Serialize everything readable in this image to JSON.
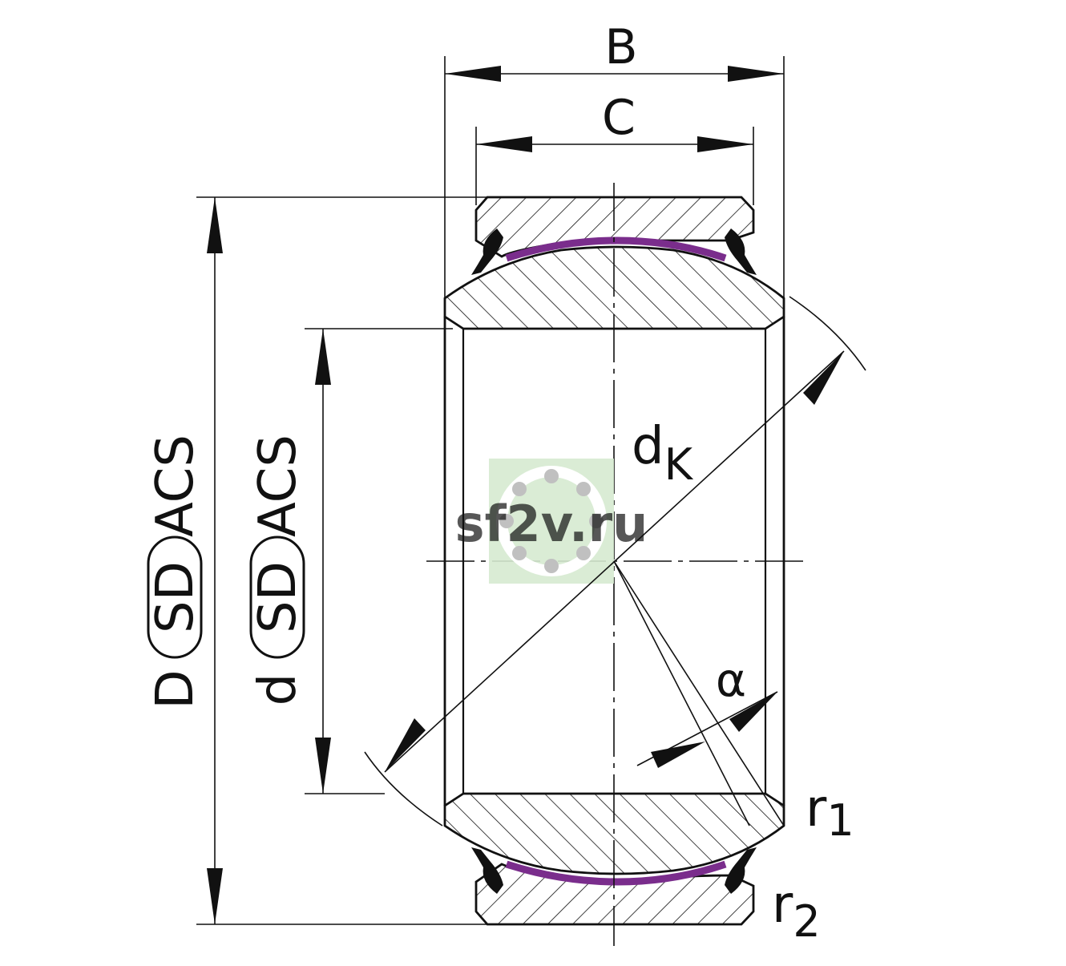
{
  "labels": {
    "B": "B",
    "C": "C",
    "dk_main": "d",
    "dk_sub": "K",
    "alpha": "α",
    "r1_main": "r",
    "r1_sub": "1",
    "r2_main": "r",
    "r2_sub": "2",
    "D_prefix": "D",
    "d_prefix": "d",
    "SD": "SD",
    "ACS": "ACS"
  },
  "watermark": {
    "text": "sf2v.ru"
  },
  "colors": {
    "line": "#111111",
    "liner": "#7a2d8c",
    "watermark_text": "#3f6fd6",
    "watermark_bg": "#d6ead0"
  }
}
